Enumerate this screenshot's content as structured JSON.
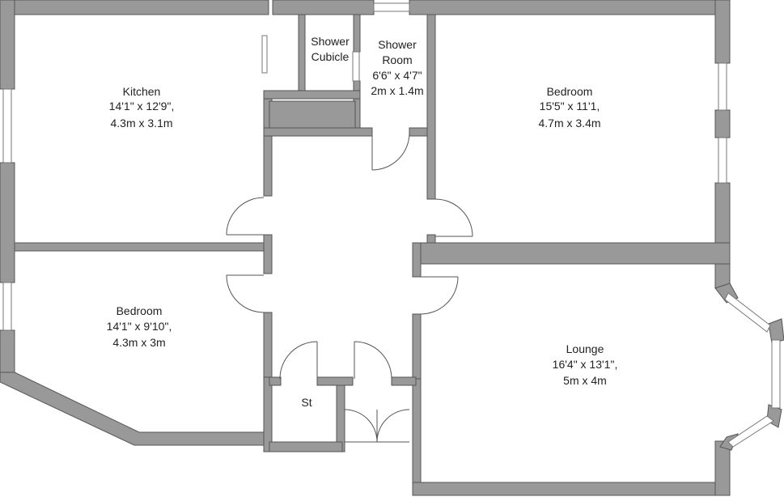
{
  "rooms": {
    "kitchen": {
      "name": "Kitchen",
      "imperial": "14'1\" x 12'9\",",
      "metric": "4.3m x 3.1m"
    },
    "shower_cubicle": {
      "line1": "Shower",
      "line2": "Cubicle"
    },
    "shower_room": {
      "line1": "Shower",
      "line2": "Room",
      "imperial": "6'6\" x 4'7\"",
      "metric": "2m x 1.4m"
    },
    "bedroom_1": {
      "name": "Bedroom",
      "imperial": "15'5\" x 11'1,",
      "metric": "4.7m x 3.4m"
    },
    "bedroom_2": {
      "name": "Bedroom",
      "imperial": "14'1\" x 9'10\",",
      "metric": "4.3m x 3m"
    },
    "lounge": {
      "name": "Lounge",
      "imperial": "16'4\" x 13'1\",",
      "metric": "5m x 4m"
    },
    "store": {
      "name": "St"
    }
  },
  "colors": {
    "wall_fill": "#999999",
    "wall_stroke": "#555555",
    "background": "#ffffff"
  }
}
